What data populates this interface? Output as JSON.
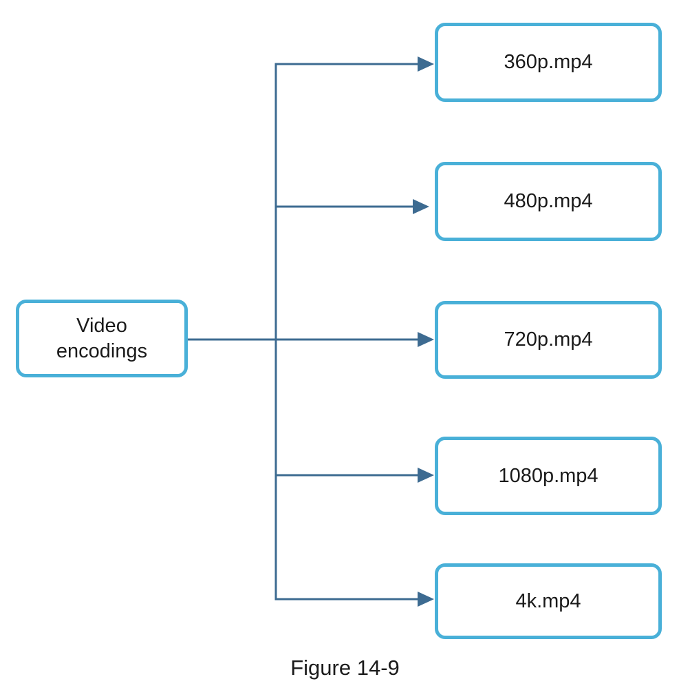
{
  "diagram": {
    "source": {
      "label": "Video encodings"
    },
    "targets": [
      {
        "label": "360p.mp4"
      },
      {
        "label": "480p.mp4"
      },
      {
        "label": "720p.mp4"
      },
      {
        "label": "1080p.mp4"
      },
      {
        "label": "4k.mp4"
      }
    ],
    "caption": "Figure 14-9",
    "colors": {
      "background": "#ffffff",
      "box_fill": "#ffffff",
      "box_border": "#49b0d8",
      "connector": "#3d6b91",
      "text": "#1a1a1a"
    }
  }
}
